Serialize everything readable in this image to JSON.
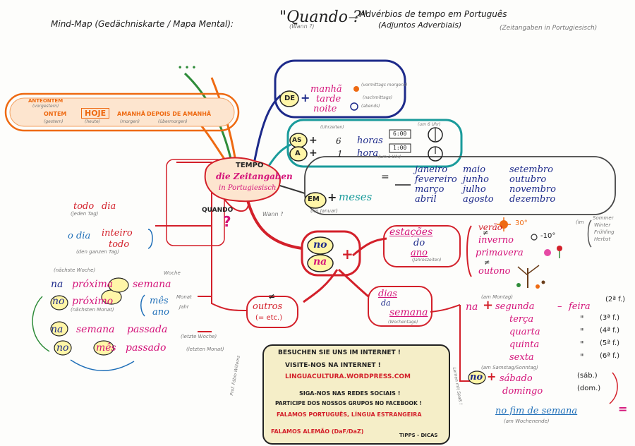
{
  "header": {
    "title_left": "Mind-Map (Gedächniskarte / Mapa Mental):",
    "title_quando": "\"Quando ?\"",
    "title_wann": "(Wann ?)",
    "title_dash": "—",
    "title_right": "Advérbios de tempo em Português",
    "title_right2": "(Adjuntos Adverbiais)",
    "title_de": "(Zeitangaben in Portugiesisch)"
  },
  "center": {
    "tempo": "TEMPO",
    "de1": "die Zeitangaben",
    "de2": "in Portugiesisch",
    "quando": "QUANDO",
    "qmark": "?",
    "wann": "Wann ?",
    "dots": "• • •"
  },
  "orange_box": {
    "anteontem": "ANTEONTEM",
    "anteontem_de": "(vorgestern)",
    "ontem": "ONTEM",
    "ontem_de": "(gestern)",
    "hoje": "HOJE",
    "hoje_de": "(heute)",
    "amanha": "AMANHÃ",
    "amanha_de": "(morgen)",
    "depois": "DEPOIS DE AMANHÃ",
    "depois_de": "(übermorgen)"
  },
  "de_box": {
    "prep": "DE",
    "plus": "+",
    "manha": "manhã",
    "tarde": "tarde",
    "noite": "noite",
    "manha_de": "(vormittags morgens)",
    "tarde_de": "(nachmittags)",
    "noite_de": "(abends)"
  },
  "as_box": {
    "as": "AS",
    "a": "A",
    "plus": "+",
    "six": "6",
    "one": "1",
    "horas": "horas",
    "hora": "hora",
    "clock1": "6:00",
    "clock2": "1:00",
    "uhrzeiten": "(Uhrzeiten)",
    "um6": "(um 6 Uhr)",
    "um1": "(um 1 Uhr)"
  },
  "em_box": {
    "em": "EM",
    "plus": "+",
    "meses": "meses",
    "eq": "=",
    "im_januar": "(im Januar)",
    "months": [
      "janeiro",
      "maio",
      "setembro",
      "fevereiro",
      "junho",
      "outubro",
      "março",
      "julho",
      "novembro",
      "abril",
      "agosto",
      "dezembro"
    ]
  },
  "no_na": {
    "no": "no",
    "na": "na",
    "plus": "+"
  },
  "estacoes": {
    "label1": "estações",
    "label2": "do",
    "label3": "ano",
    "label_de": "(Jahreszeiten)",
    "verao": "verão",
    "verao_temp": "30°",
    "neq": "≠",
    "inverno": "inverno",
    "inverno_temp": "-10°",
    "primavera": "primavera",
    "outono": "outono",
    "im": "(im",
    "sommer": "Sommer",
    "winter": "Winter",
    "fruehling": "Frühling",
    "herbst": "Herbst"
  },
  "dias": {
    "label1": "dias",
    "label2": "da",
    "label3": "semana",
    "label_de": "(Wochentage)",
    "am_montag": "(am Montag)",
    "na": "na",
    "plus": "+",
    "segunda": "segunda",
    "dash": "–",
    "feira": "feira",
    "terca": "terça",
    "quarta": "quarta",
    "quinta": "quinta",
    "sexta": "sexta",
    "ditto": "\"",
    "f2": "(2ª f.)",
    "f3": "(3ª f.)",
    "f4": "(4ª f.)",
    "f5": "(5ª f.)",
    "f6": "(6ª f.)",
    "no": "no",
    "sabado": "sábado",
    "domingo": "domingo",
    "sab": "(sáb.)",
    "dom": "(dom.)",
    "am_samstag": "(am Samstag/Sonntag)",
    "fim": "no fim de semana",
    "fim_eq": "=",
    "am_wochenende": "(am Wochenende)"
  },
  "outros": {
    "neq": "≠",
    "label": "outros",
    "etc": "(= etc.)"
  },
  "left": {
    "todo": "todo",
    "dia": "dia",
    "jeden_tag": "(jeden Tag)",
    "o_dia": "o dia",
    "inteiro": "inteiro",
    "todo2": "todo",
    "ganzen_tag": "(den ganzen Tag)",
    "naechste_woche": "(nächste Woche)",
    "na1": "na",
    "proxima": "próxima",
    "semana1": "semana",
    "woche": "Woche",
    "no1": "no",
    "proximo": "próximo",
    "naechsten_monat": "(nächsten Monat)",
    "mes": "mês",
    "ano": "ano",
    "monat": "Monat",
    "jahr": "Jahr",
    "na2": "na",
    "semana2": "semana",
    "passada": "passada",
    "letzte_woche": "(letzte Woche)",
    "no2": "no",
    "mes2": "mês",
    "passado": "passado",
    "letzten_monat": "(letzten Monat)"
  },
  "banner": {
    "l1": "BESUCHEN SIE UNS IM INTERNET !",
    "l2": "VISITE-NOS NA INTERNET !",
    "l3": "LINGUACULTURA.WORDPRESS.COM",
    "l4": "SIGA-NOS NAS REDES SOCIAIS !",
    "l5": "PARTICIPE DOS NOSSOS GRUPOS NO FACEBOOK !",
    "l6": "FALAMOS PORTUGUÊS, LÍNGUA ESTRANGEIRA",
    "l7": "FALAMOS ALEMÃO (DaF/DaZ)",
    "l8": "TIPPS - DICAS",
    "side_left": "Prof. Fábio Willems",
    "side_right": "Lernen mit Spaß !"
  },
  "colors": {
    "red": "#d3202a",
    "blue": "#1f6fb8",
    "navy": "#1d2a8a",
    "teal": "#1a9b9b",
    "orange": "#ee6a12",
    "magenta": "#d4147a",
    "green": "#2f8c3a",
    "brown": "#6a3d1a"
  }
}
